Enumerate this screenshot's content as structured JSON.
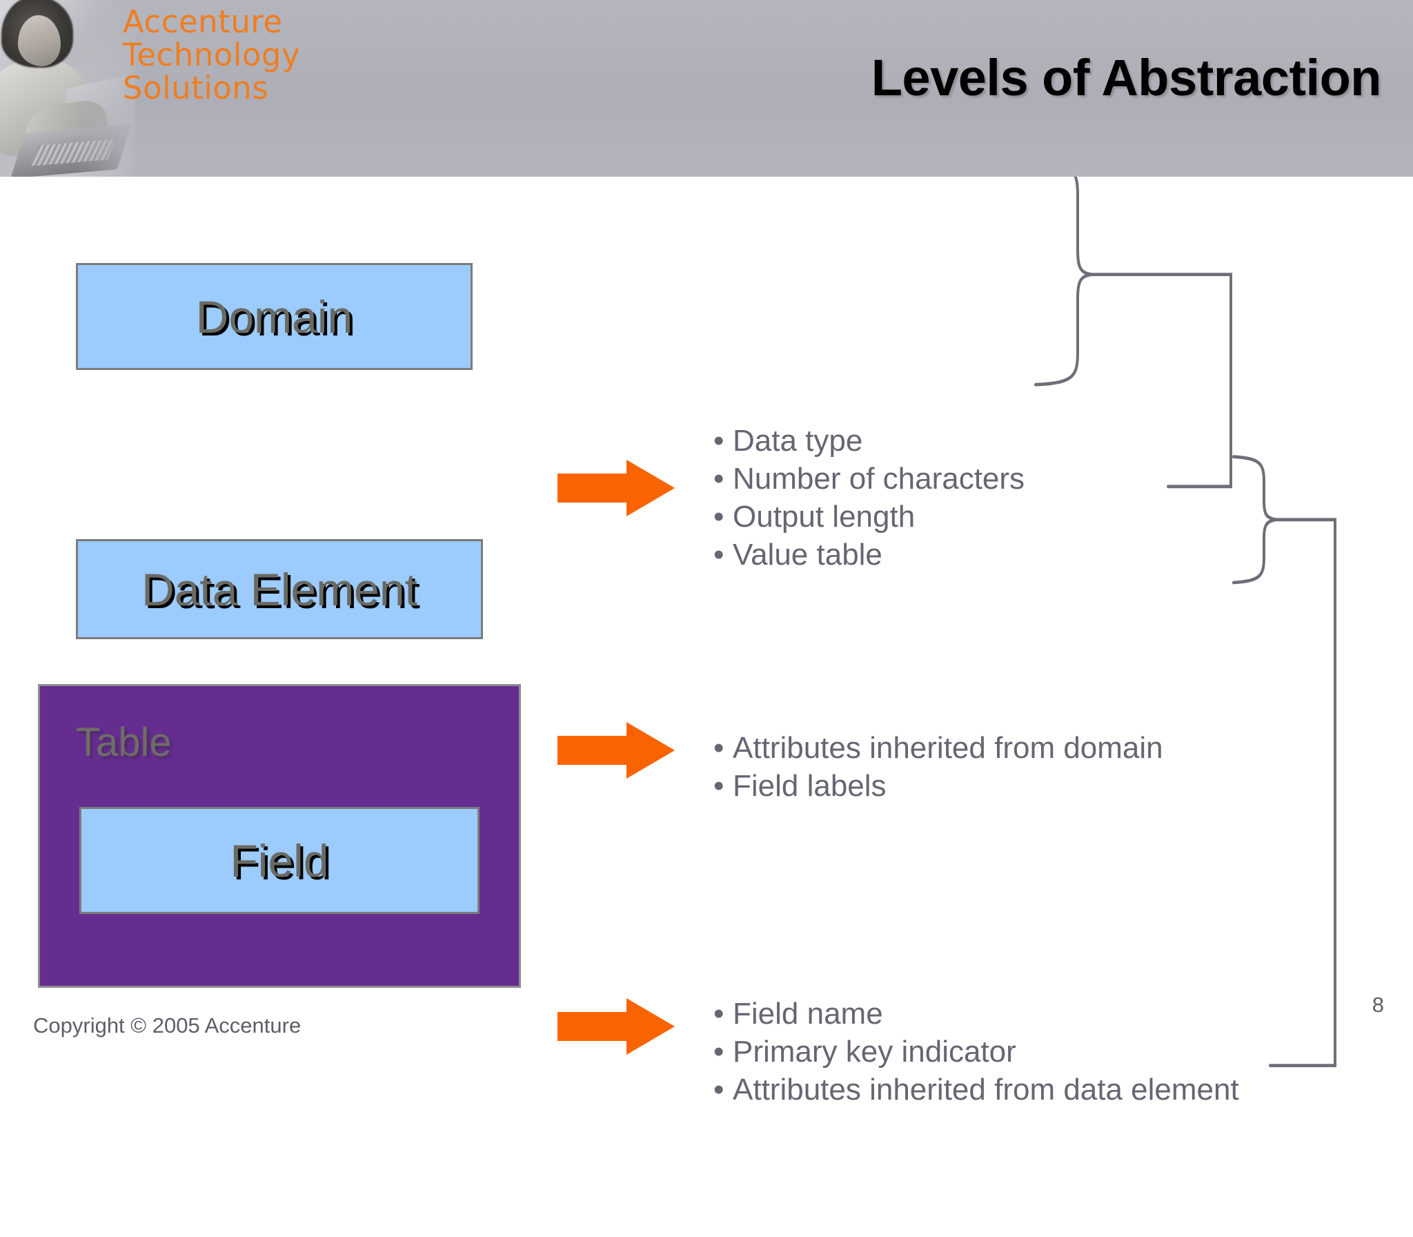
{
  "header": {
    "logo_text": "Accenture\nTechnology\nSolutions",
    "logo_color": "#f07d20",
    "photo_alt": "woman-with-laptop-photo",
    "band_color": "#b0b0b8",
    "title": "Levels of Abstraction"
  },
  "diagram": {
    "levels": [
      {
        "id": "domain",
        "box_label": "Domain",
        "box_fill": "#9ccbfd",
        "box_border": "#7c7c7c",
        "arrow_color": "#fa6400",
        "bullets": [
          "Data type",
          "Number of characters",
          "Output length",
          "Value table"
        ]
      },
      {
        "id": "data-element",
        "box_label": "Data Element",
        "box_fill": "#9ccbfd",
        "box_border": "#7c7c7c",
        "arrow_color": "#fa6400",
        "bullets": [
          "Attributes inherited from domain",
          "Field labels"
        ]
      },
      {
        "id": "field",
        "container_label": "Table",
        "container_fill": "#662d91",
        "box_label": "Field",
        "box_fill": "#9ccbfd",
        "box_border": "#7c7c7c",
        "arrow_color": "#fa6400",
        "bullets": [
          "Field name",
          "Primary key indicator",
          "Attributes inherited from data element"
        ]
      }
    ],
    "connector_color": "#6e6e78",
    "connector_note_1": "brace around domain attributes feeds into data element bullets",
    "connector_note_2": "brace around data element attributes feeds into field bullets"
  },
  "footer": {
    "copyright": "Copyright © 2005 Accenture",
    "page_number": "8"
  }
}
